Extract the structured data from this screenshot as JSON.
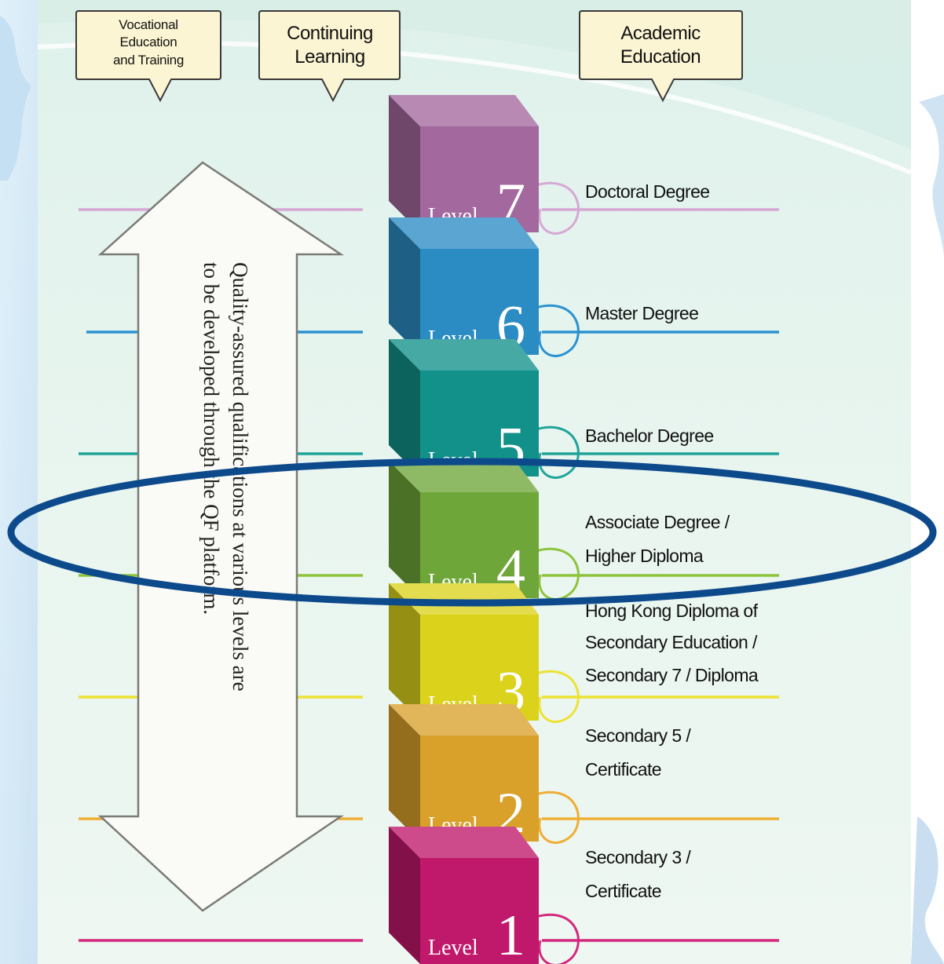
{
  "headers": {
    "vocational": [
      "Vocational",
      "Education",
      "and Training"
    ],
    "continuing": [
      "Continuing",
      "Learning"
    ],
    "academic": [
      "Academic",
      "Education"
    ]
  },
  "arrow_text": [
    "Quality-assured qualifications at various levels are",
    "to be developed through the QF platform."
  ],
  "levels": [
    {
      "word": "Level",
      "number": "7",
      "qualification": [
        "Doctoral Degree"
      ],
      "color": "#a3689e",
      "line_color": "#d7a8d3"
    },
    {
      "word": "Level",
      "number": "6",
      "qualification": [
        "Master Degree"
      ],
      "color": "#2b8cc4",
      "line_color": "#2a92d0"
    },
    {
      "word": "Level",
      "number": "5",
      "qualification": [
        "Bachelor Degree"
      ],
      "color": "#12918a",
      "line_color": "#1fa49a"
    },
    {
      "word": "Level",
      "number": "4",
      "qualification": [
        "Associate Degree /",
        "Higher Diploma"
      ],
      "color": "#6fa63a",
      "line_color": "#8cc43c"
    },
    {
      "word": "Level",
      "number": "3",
      "qualification": [
        "Hong Kong Diploma of",
        "Secondary Education /",
        "Secondary 7 / Diploma"
      ],
      "color": "#dbd21c",
      "line_color": "#ede234"
    },
    {
      "word": "Level",
      "number": "2",
      "qualification": [
        "Secondary 5 /",
        "Certificate"
      ],
      "color": "#d9a02a",
      "line_color": "#eeae34"
    },
    {
      "word": "Level",
      "number": "1",
      "qualification": [
        "Secondary 3 /",
        "Certificate"
      ],
      "color": "#c0186a",
      "line_color": "#d4297e"
    }
  ],
  "highlight_color": "#0d4a8c",
  "highlighted_level": "4"
}
